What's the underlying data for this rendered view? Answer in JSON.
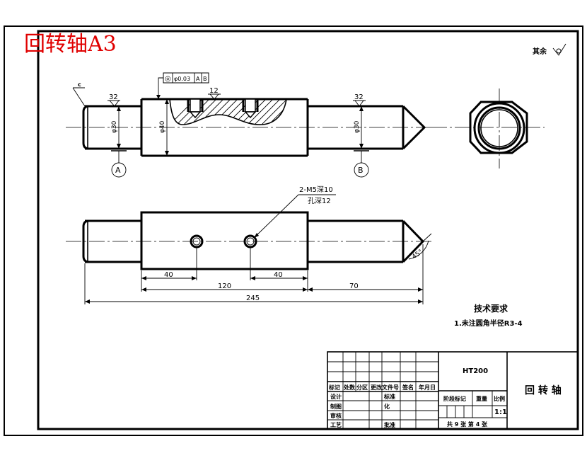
{
  "title_overlay": "回转轴A3",
  "surface_finish": {
    "label": "其余"
  },
  "roughness": {
    "top_left": "32",
    "top_mid": "12",
    "top_right": "32"
  },
  "tolerance_frame": {
    "symbol": "◎",
    "value": "φ0.03",
    "datum_a": "A",
    "datum_b": "B"
  },
  "dims_front": {
    "d30_left": "φ30",
    "d40": "φ40",
    "d30_right": "φ30",
    "chamfer": "c"
  },
  "datums": {
    "left": "A",
    "right": "B"
  },
  "hole_note": {
    "line1": "2-M5深10",
    "line2": "孔深12"
  },
  "dims_bottom": {
    "d40_left": "40",
    "d120": "120",
    "d40_right": "40",
    "d70": "70",
    "d245": "245",
    "angle": "45°"
  },
  "tech_requirements": {
    "heading": "技术要求",
    "item1": "1.未注圆角半径R3-4"
  },
  "title_block": {
    "material": "HT200",
    "part_name": "回 转 轴",
    "header_cols": [
      "标记",
      "处数",
      "分区",
      "更改文件号",
      "签名",
      "年月日"
    ],
    "row_design": "设计",
    "row_drawing": "制图",
    "row_check": "审核",
    "row_process": "工艺",
    "standardize": "标准",
    "standardize2": "化",
    "approve": "批准",
    "stage_label": "阶段标记",
    "weight_label": "重量",
    "scale_label": "比例",
    "scale_value": "1:1",
    "sheets": "共 9 张  第 4 张"
  }
}
